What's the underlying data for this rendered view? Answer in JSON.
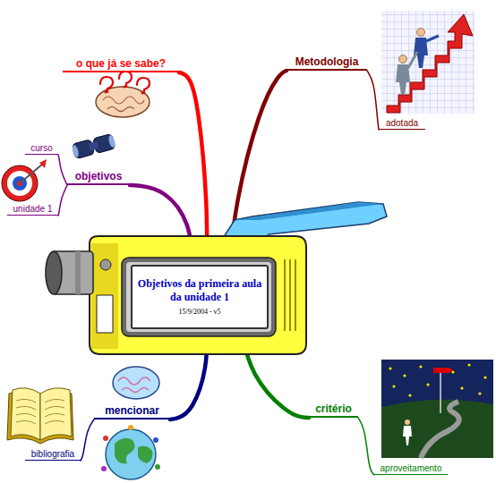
{
  "diagram": {
    "nodes": [
      {
        "text": [
          "Objetivos da primeira aula da unidade 1",
          "15/9/2004 - v5"
        ]
      },
      {
        "text": [
          "o que já se sabe?"
        ]
      },
      {
        "text": [
          "Metodologia"
        ]
      },
      {
        "text": [
          "adotada"
        ]
      },
      {
        "text": [
          "curso"
        ]
      },
      {
        "text": [
          "objetivos"
        ]
      },
      {
        "text": [
          "unidade 1"
        ]
      },
      {
        "text": [
          "mencionar"
        ]
      },
      {
        "text": [
          "bibliografia"
        ]
      },
      {
        "text": [
          "critério"
        ]
      },
      {
        "text": [
          "aproveitamento"
        ]
      }
    ],
    "edges": [
      {
        "from": 0,
        "to": 1,
        "arrow": "none"
      },
      {
        "from": 0,
        "to": 2,
        "arrow": "none"
      },
      {
        "from": 2,
        "to": 3,
        "arrow": "none"
      },
      {
        "from": 0,
        "to": 5,
        "arrow": "none"
      },
      {
        "from": 5,
        "to": 4,
        "arrow": "none"
      },
      {
        "from": 5,
        "to": 6,
        "arrow": "none"
      },
      {
        "from": 0,
        "to": 7,
        "arrow": "none"
      },
      {
        "from": 7,
        "to": 8,
        "arrow": "none"
      },
      {
        "from": 0,
        "to": 9,
        "arrow": "none"
      },
      {
        "from": 9,
        "to": 10,
        "arrow": "none"
      }
    ]
  }
}
